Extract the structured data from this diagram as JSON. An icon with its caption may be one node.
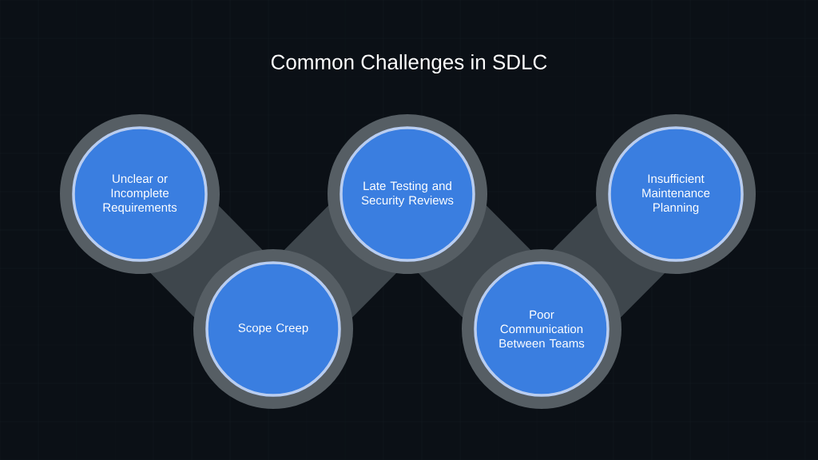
{
  "diagram": {
    "title": "Common Challenges in SDLC",
    "nodes": [
      {
        "text": [
          "Unclear or Incomplete Requirements"
        ]
      },
      {
        "text": [
          "Scope Creep"
        ]
      },
      {
        "text": [
          "Late Testing and Security Reviews"
        ]
      },
      {
        "text": [
          "Poor Communication Between Teams"
        ]
      },
      {
        "text": [
          "Insufficient Maintenance Planning"
        ]
      }
    ]
  }
}
